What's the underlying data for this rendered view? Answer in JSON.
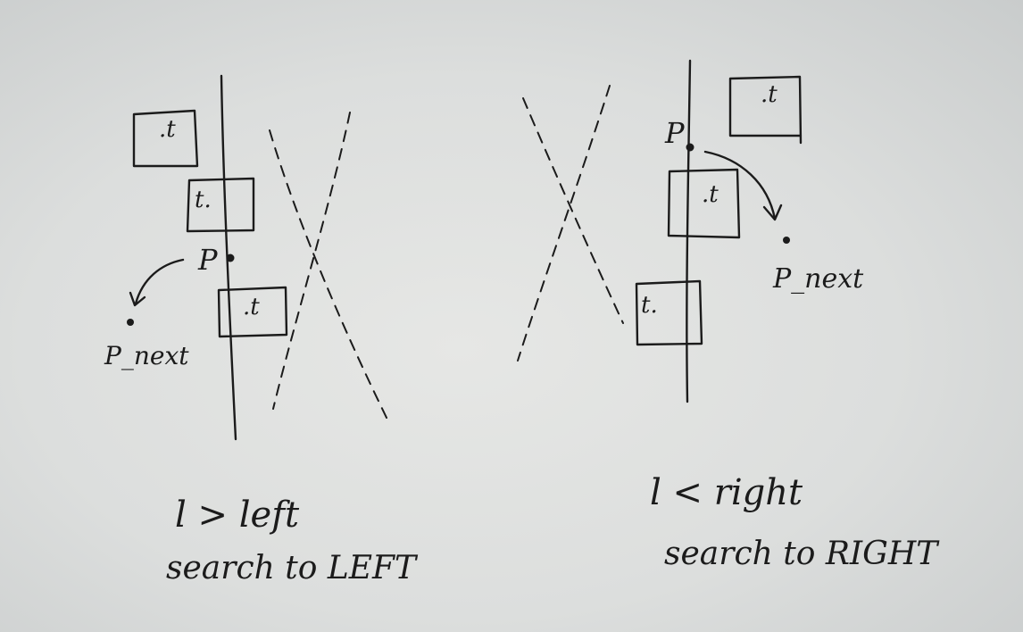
{
  "left_panel": {
    "point_label": "P",
    "next_label": "P_next",
    "box_top_label": ".t",
    "box_mid_label": "t.",
    "box_bot_label": ".t",
    "condition": "l > left",
    "action": "search to LEFT"
  },
  "right_panel": {
    "point_label": "P",
    "next_label": "P_next",
    "box_top_label": ".t",
    "box_mid_label": ".t",
    "box_bot_label": "t.",
    "condition": "l < right",
    "action": "search to RIGHT"
  },
  "colors": {
    "ink": "#1b1b1b",
    "paper": "#e3e4e2"
  }
}
